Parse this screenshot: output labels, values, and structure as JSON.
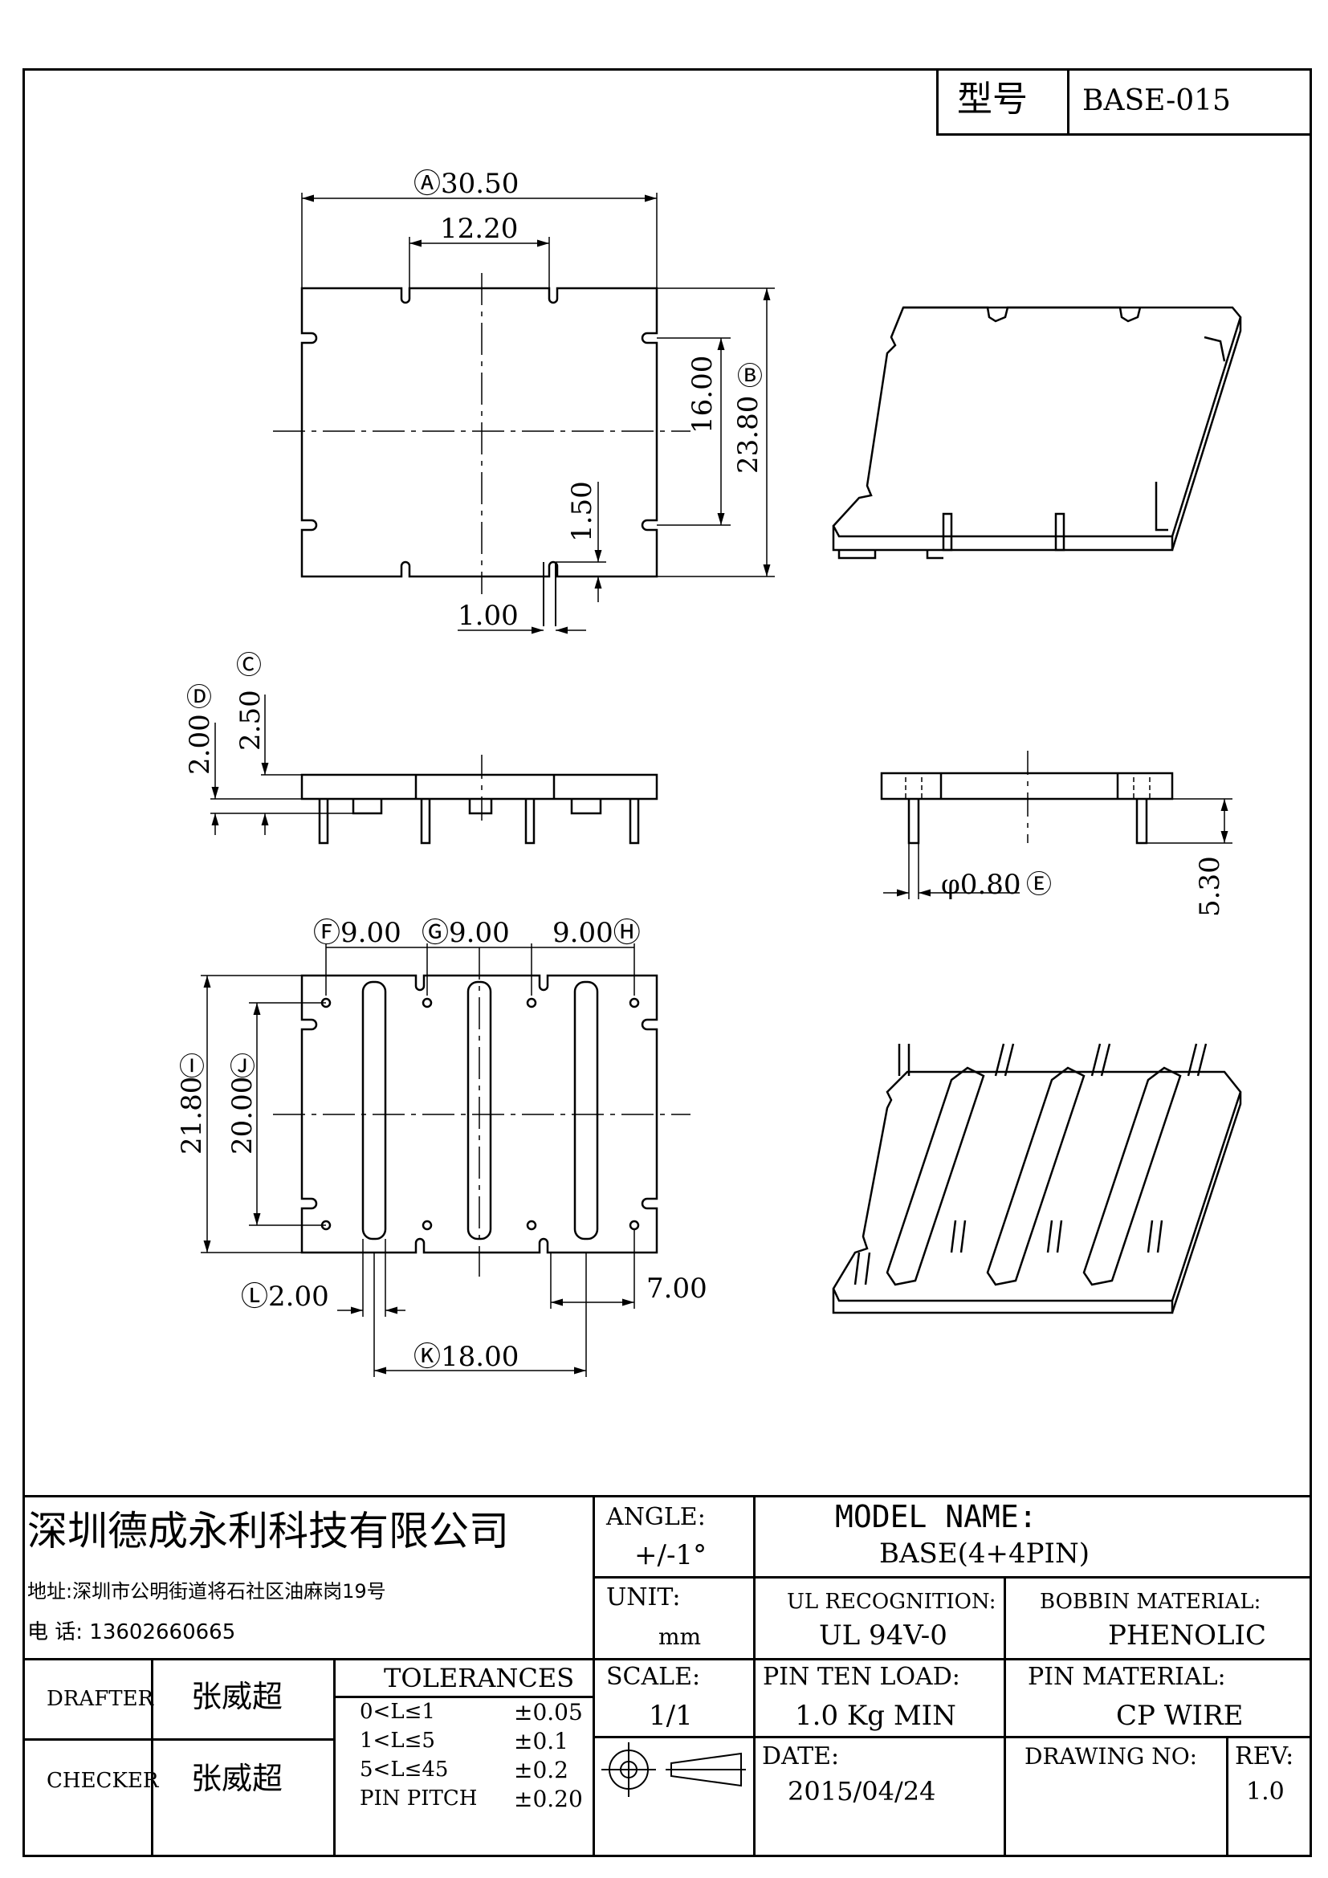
{
  "header": {
    "model_label": "型号",
    "model_value": "BASE-015"
  },
  "dimensions": {
    "top_view": {
      "width_a": "Ⓐ30.50",
      "notch_spacing": "12.20",
      "inner_height": "16.00",
      "height_b": "23.80",
      "b_marker": "Ⓑ",
      "slot_depth": "1.50",
      "slot_width": "1.00"
    },
    "side_view": {
      "c_marker": "Ⓒ",
      "d_marker": "Ⓓ",
      "c_value": "2.50",
      "d_value": "2.00"
    },
    "end_view": {
      "pin_dia": "φ0.80",
      "e_marker": "Ⓔ",
      "pin_length": "5.30"
    },
    "bottom_view": {
      "f_pitch": "Ⓕ9.00",
      "g_pitch": "Ⓖ9.00",
      "h_pitch": "9.00Ⓗ",
      "i_value": "21.80",
      "i_marker": "Ⓘ",
      "j_value": "20.00",
      "j_marker": "Ⓙ",
      "l_value": "Ⓛ2.00",
      "k_value": "Ⓚ18.00",
      "seven": "7.00"
    }
  },
  "title_block": {
    "company": "深圳德成永利科技有限公司",
    "address": "地址:深圳市公明街道将石社区油麻岗19号",
    "phone": "电 话: 13602660665",
    "angle_label": "ANGLE:",
    "angle_value": "+/-1°",
    "model_name_label": "MODEL NAME:",
    "model_name_value": "BASE(4+4PIN)",
    "unit_label": "UNIT:",
    "unit_value": "mm",
    "ul_label": "UL RECOGNITION:",
    "ul_value": "UL 94V-0",
    "bobbin_label": "BOBBIN MATERIAL:",
    "bobbin_value": "PHENOLIC",
    "drafter_label": "DRAFTER",
    "drafter_value": "张威超",
    "checker_label": "CHECKER",
    "checker_value": "张威超",
    "tolerances_label": "TOLERANCES",
    "tol_rows": [
      {
        "range": "0<L≤1",
        "value": "±0.05"
      },
      {
        "range": "1<L≤5",
        "value": "±0.1"
      },
      {
        "range": "5<L≤45",
        "value": "±0.2"
      },
      {
        "range": "PIN PITCH",
        "value": "±0.20"
      }
    ],
    "scale_label": "SCALE:",
    "scale_value": "1/1",
    "pin_load_label": "PIN TEN LOAD:",
    "pin_load_value": "1.0 Kg MIN",
    "pin_material_label": "PIN MATERIAL:",
    "pin_material_value": "CP WIRE",
    "date_label": "DATE:",
    "date_value": "2015/04/24",
    "drawing_no_label": "DRAWING NO:",
    "rev_label": "REV:",
    "rev_value": "1.0"
  }
}
